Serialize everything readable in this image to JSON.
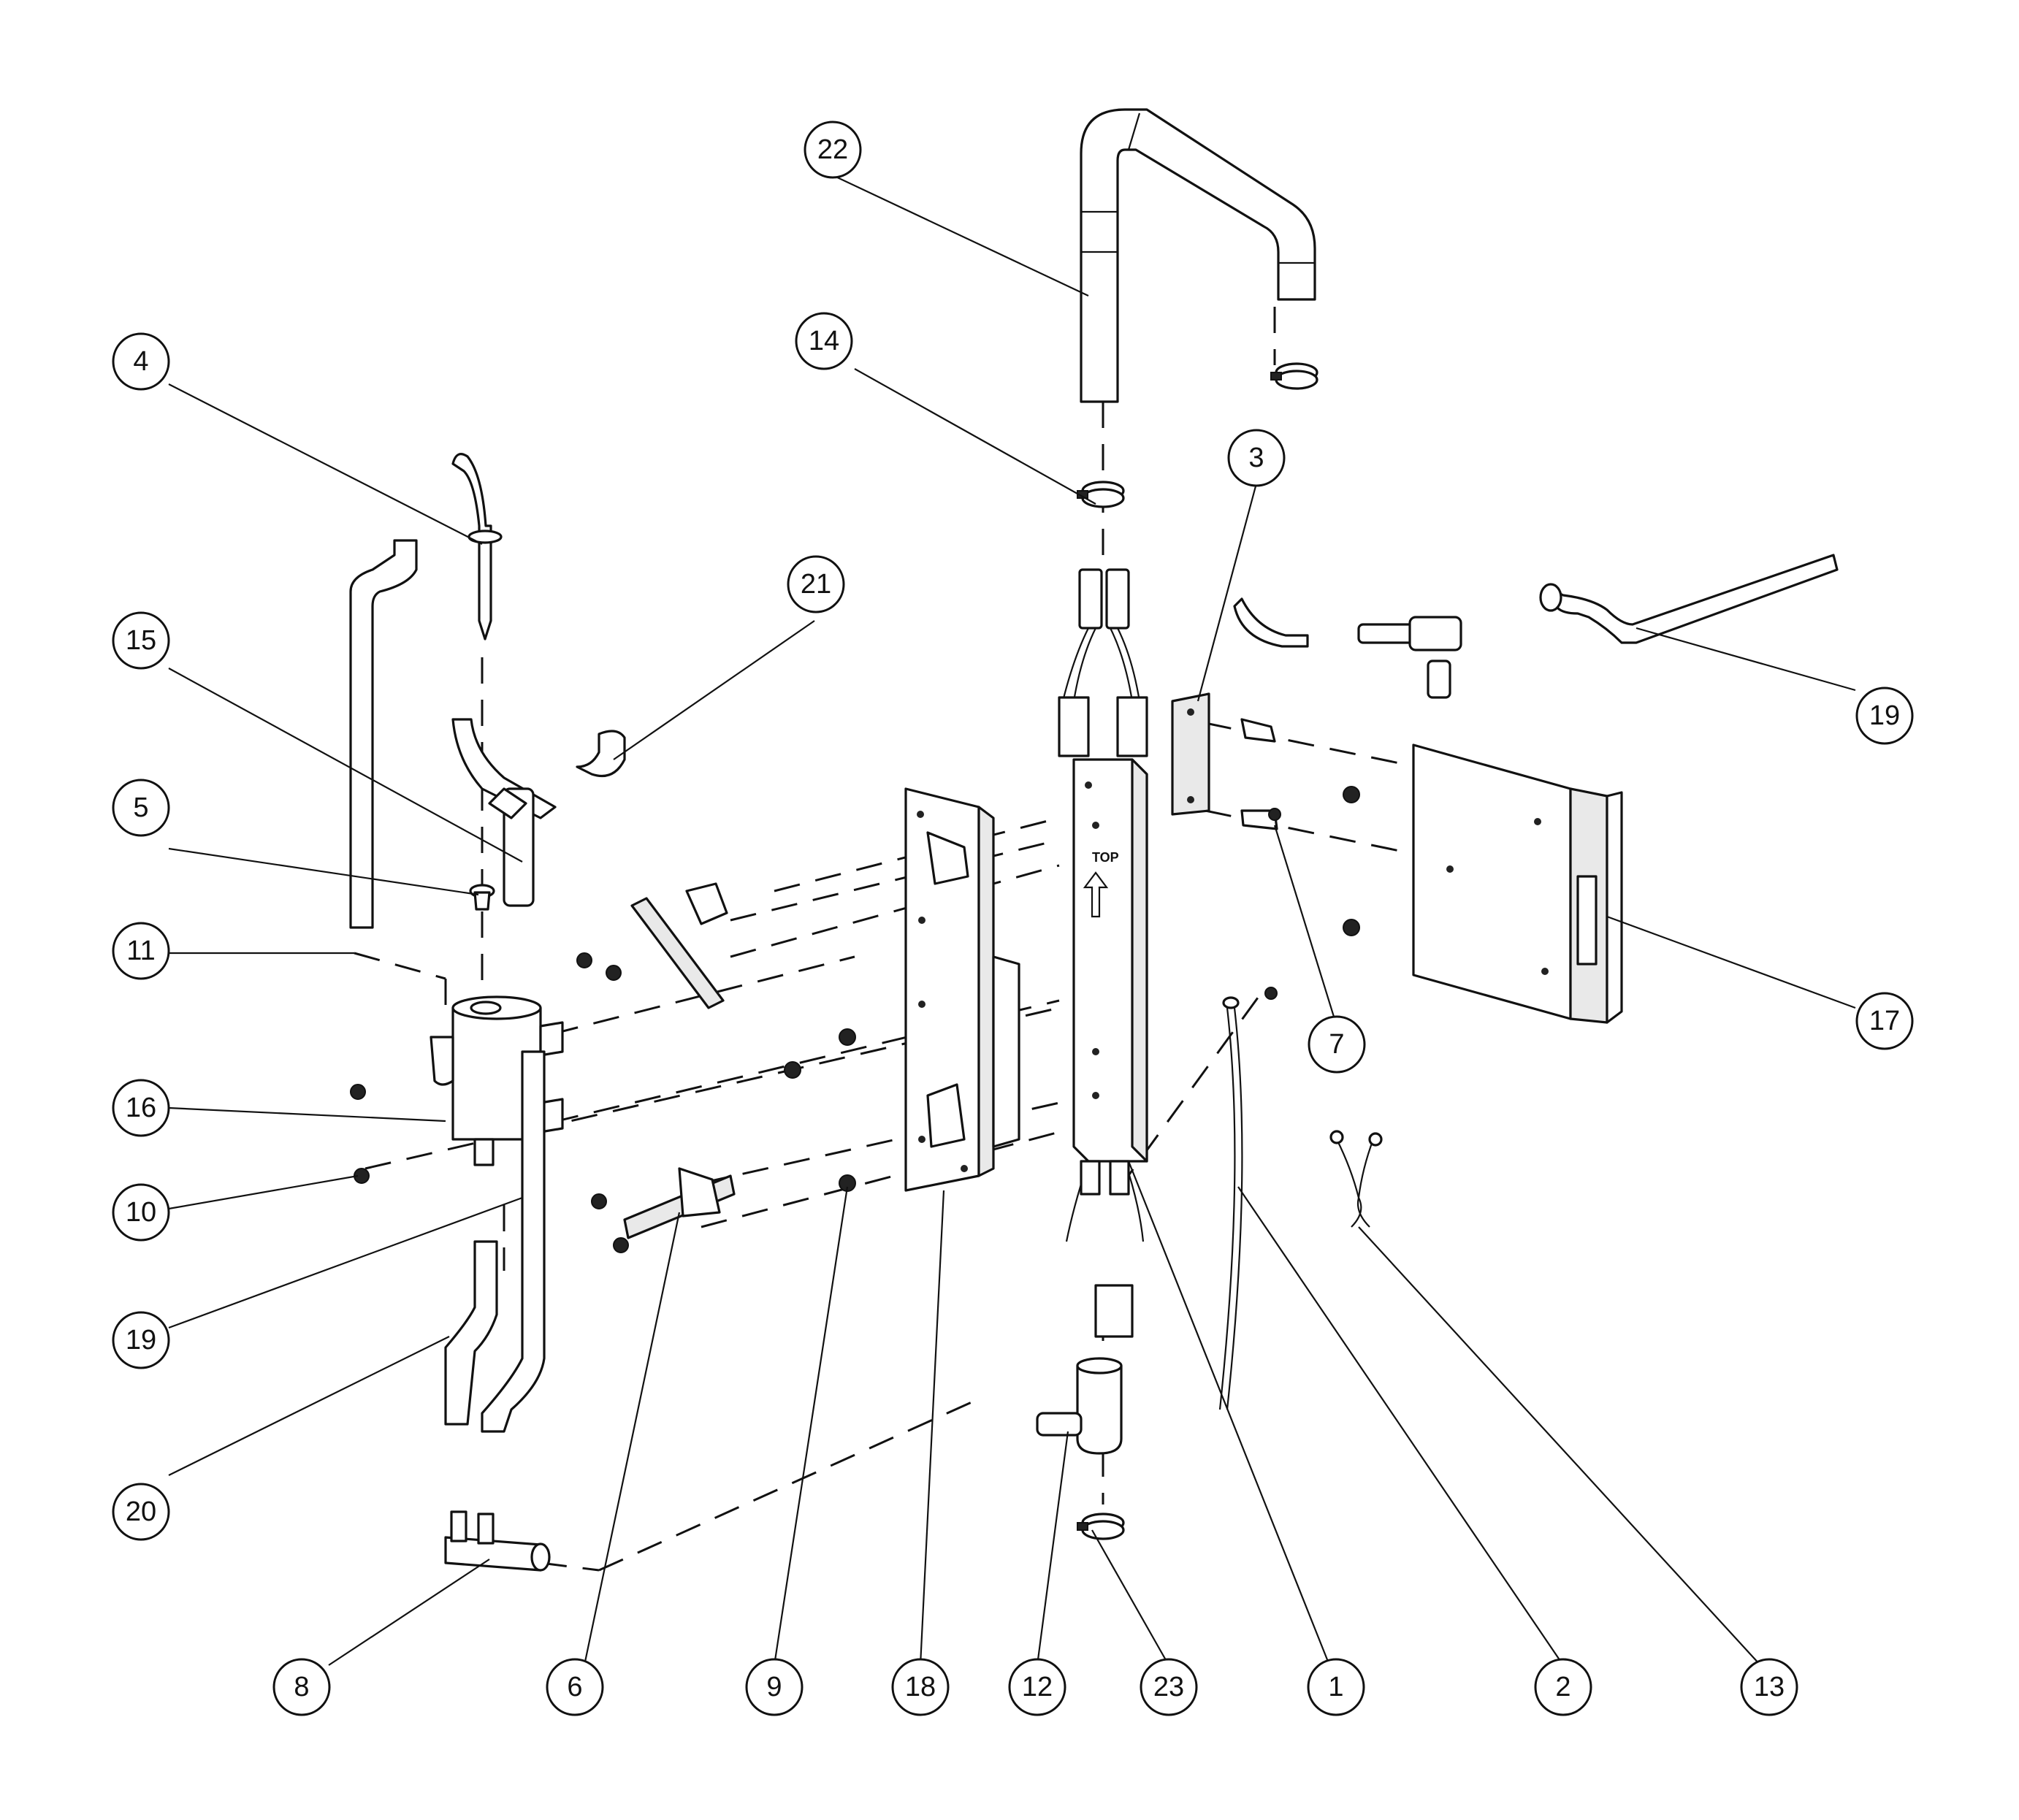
{
  "diagram": {
    "callouts": [
      {
        "number": "1"
      },
      {
        "number": "2"
      },
      {
        "number": "3"
      },
      {
        "number": "4"
      },
      {
        "number": "5"
      },
      {
        "number": "6"
      },
      {
        "number": "7"
      },
      {
        "number": "8"
      },
      {
        "number": "9"
      },
      {
        "number": "10"
      },
      {
        "number": "11"
      },
      {
        "number": "12"
      },
      {
        "number": "13"
      },
      {
        "number": "14"
      },
      {
        "number": "15"
      },
      {
        "number": "16"
      },
      {
        "number": "17"
      },
      {
        "number": "18"
      },
      {
        "number": "19"
      },
      {
        "number": "19"
      },
      {
        "number": "20"
      },
      {
        "number": "21"
      },
      {
        "number": "22"
      },
      {
        "number": "23"
      }
    ],
    "panel_marking": "TOP"
  }
}
